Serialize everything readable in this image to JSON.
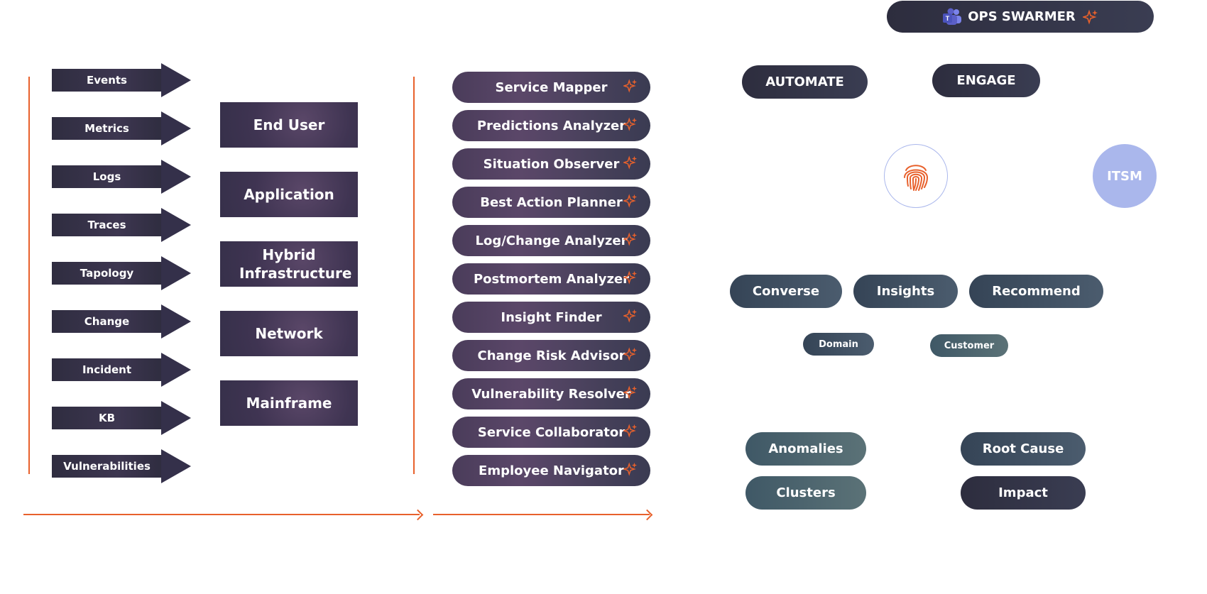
{
  "inputs": [
    "Events",
    "Metrics",
    "Logs",
    "Traces",
    "Tapology",
    "Change",
    "Incident",
    "KB",
    "Vulnerabilities"
  ],
  "layers": [
    "End User",
    "Application",
    "Hybrid Infrastructure",
    "Network",
    "Mainframe"
  ],
  "agents": [
    "Service Mapper",
    "Predictions Analyzer",
    "Situation Observer",
    "Best Action Planner",
    "Log/Change Analyzer",
    "Postmortem Analyzer",
    "Insight Finder",
    "Change Risk Advisor",
    "Vulnerability Resolver",
    "Service Collaborator",
    "Employee Navigator"
  ],
  "top": {
    "ops_swarmer": "OPS SWARMER",
    "automate": "AUTOMATE",
    "engage": "ENGAGE",
    "itsm": "ITSM"
  },
  "capabilities": {
    "converse": "Converse",
    "insights": "Insights",
    "recommend": "Recommend",
    "domain": "Domain",
    "customer": "Customer"
  },
  "outcomes": {
    "anomalies": "Anomalies",
    "root_cause": "Root Cause",
    "clusters": "Clusters",
    "impact": "Impact"
  },
  "colors": {
    "accent": "#e8612c",
    "itsm": "#aab7ec",
    "teams": "#5b5fc7"
  },
  "icons": [
    "teams-icon",
    "sparkle-icon",
    "fingerprint-icon"
  ]
}
